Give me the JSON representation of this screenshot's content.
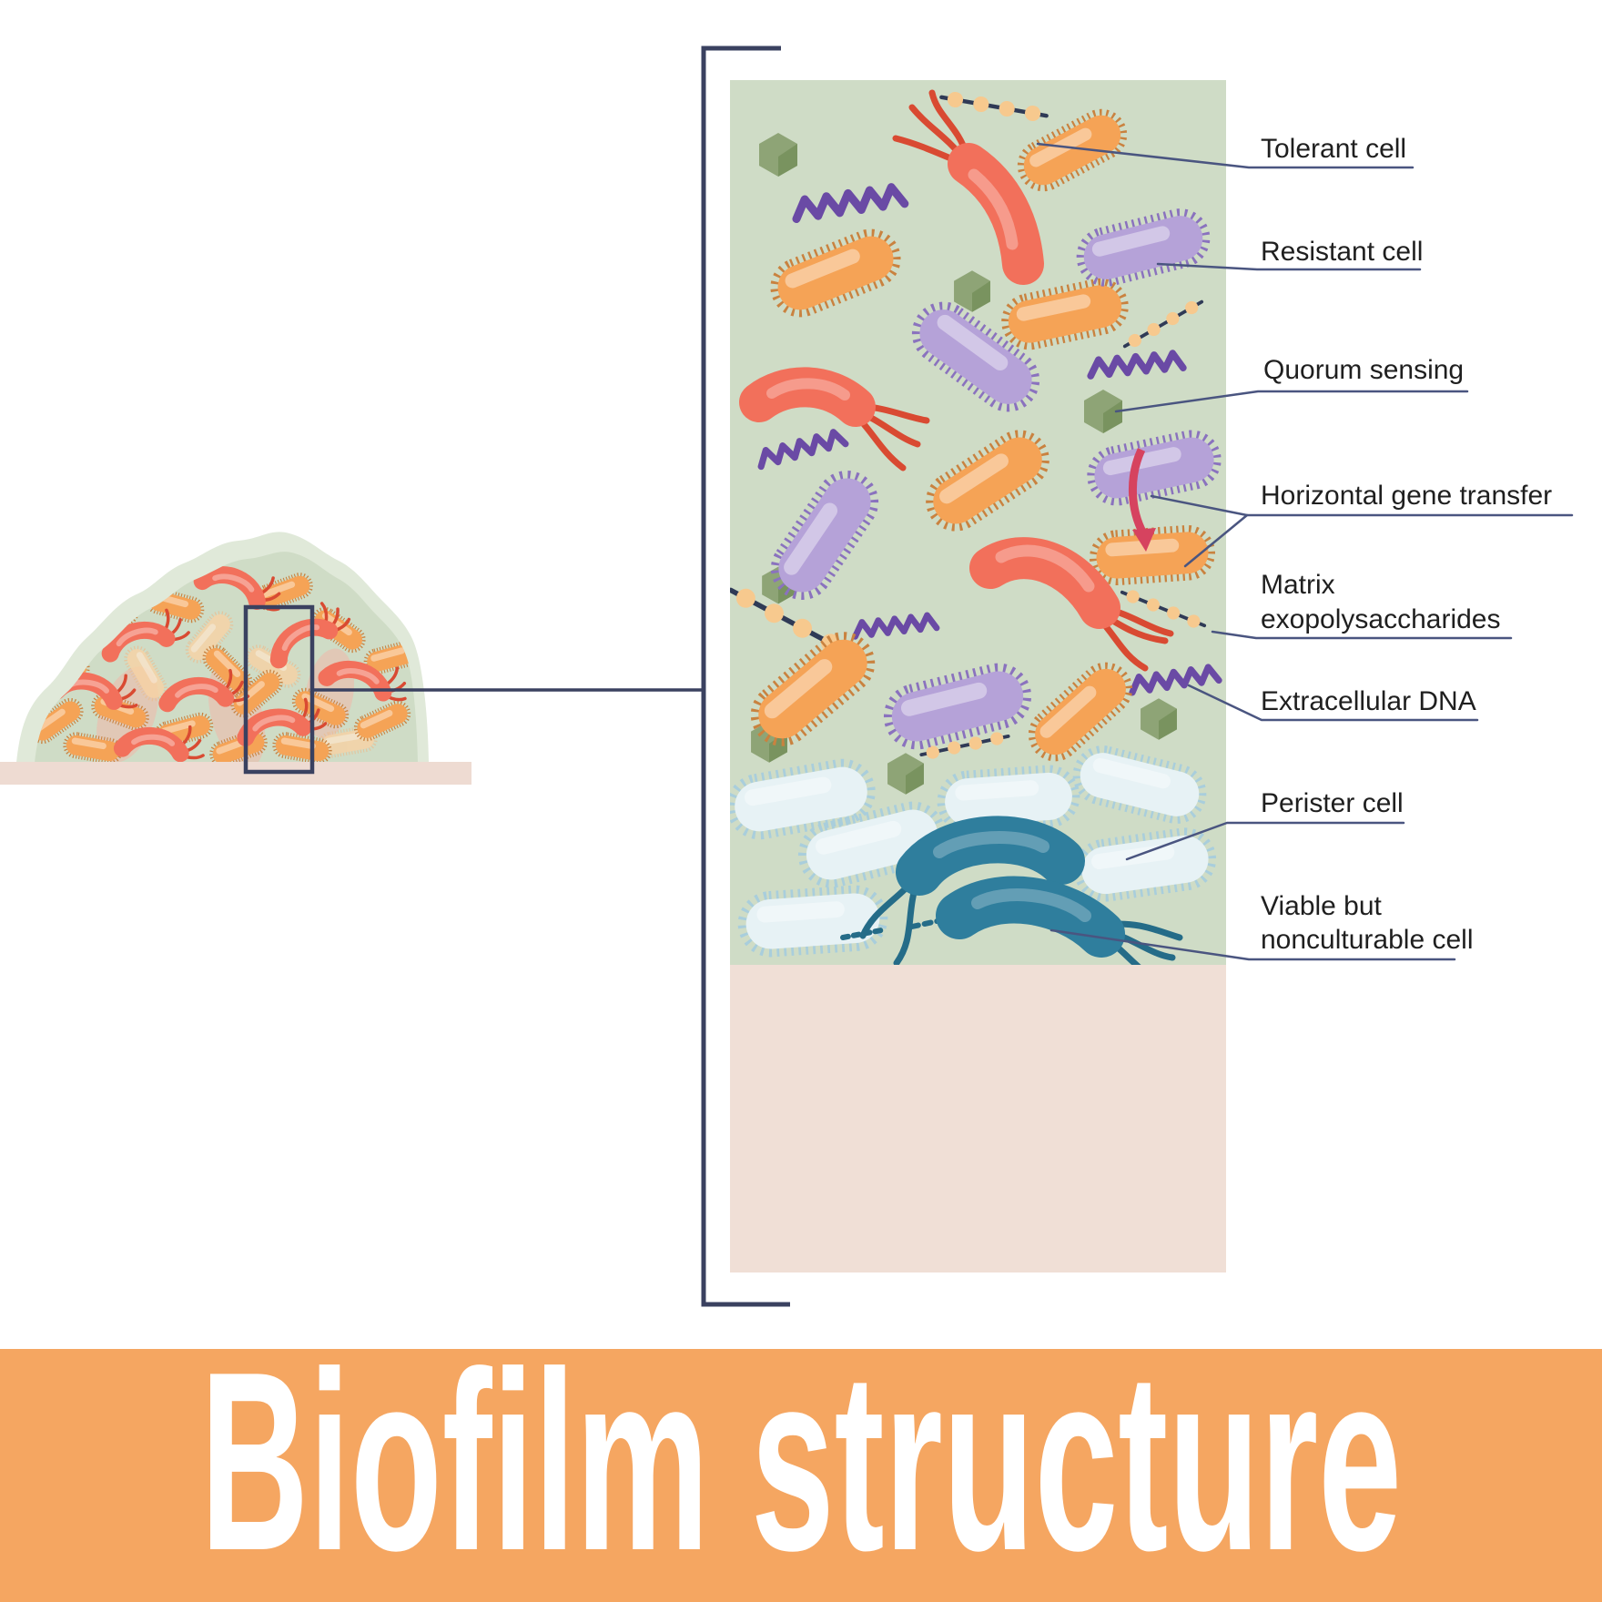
{
  "banner": {
    "title": "Biofilm structure",
    "background": "#F5A661",
    "text_color": "#FFFFFF"
  },
  "labels": {
    "tolerant": "Tolerant cell",
    "resistant": "Resistant cell",
    "quorum": "Quorum sensing",
    "hgt": "Horizontal gene transfer",
    "matrix_line1": "Matrix",
    "matrix_line2": "exopolysaccharides",
    "edna": "Extracellular DNA",
    "persister": "Perister cell",
    "vbnc_line1": "Viable but",
    "vbnc_line2": "nonculturable cell"
  },
  "icons": {
    "quorum_molecule": "green-hexagon-icon",
    "extracellular_dna": "purple-dna-helix-icon",
    "matrix_eps": "bead-chain-icon",
    "hgt_arrow": "red-transfer-arrow-icon"
  },
  "theme": {
    "panel_green": "#CFDCC6",
    "substrate_pink": "#F0DFD6",
    "blob_outer": "#E0E9D9",
    "mini_substrate": "#EEDBD2",
    "banner_orange": "#F5A661",
    "banner_text": "#FFFFFF",
    "orange_body": "#F5A356",
    "orange_fringe": "#C9823F",
    "orange_ghost_body": "#F8D2A4",
    "orange_ghost_fringe": "#EABF92",
    "purple_body": "#B5A2D8",
    "purple_fringe": "#8A72BE",
    "red_body": "#F2705B",
    "red_flagella": "#D94A32",
    "teal_body": "#2F7E9D",
    "teal_flagella": "#256C88",
    "pale_body": "#E7F2F5",
    "pale_fringe": "#A9CEDC",
    "hex_green": "#8EA476",
    "hex_green_dark": "#75905C",
    "dna_purple": "#6A4AA5",
    "chain_line": "#2F3A56",
    "chain_bead": "#F7C98E",
    "pink_channel": "#F4B3A6",
    "leader": "#4A5580",
    "bracket": "#3A4160",
    "label_text": "#1F1F1F"
  }
}
